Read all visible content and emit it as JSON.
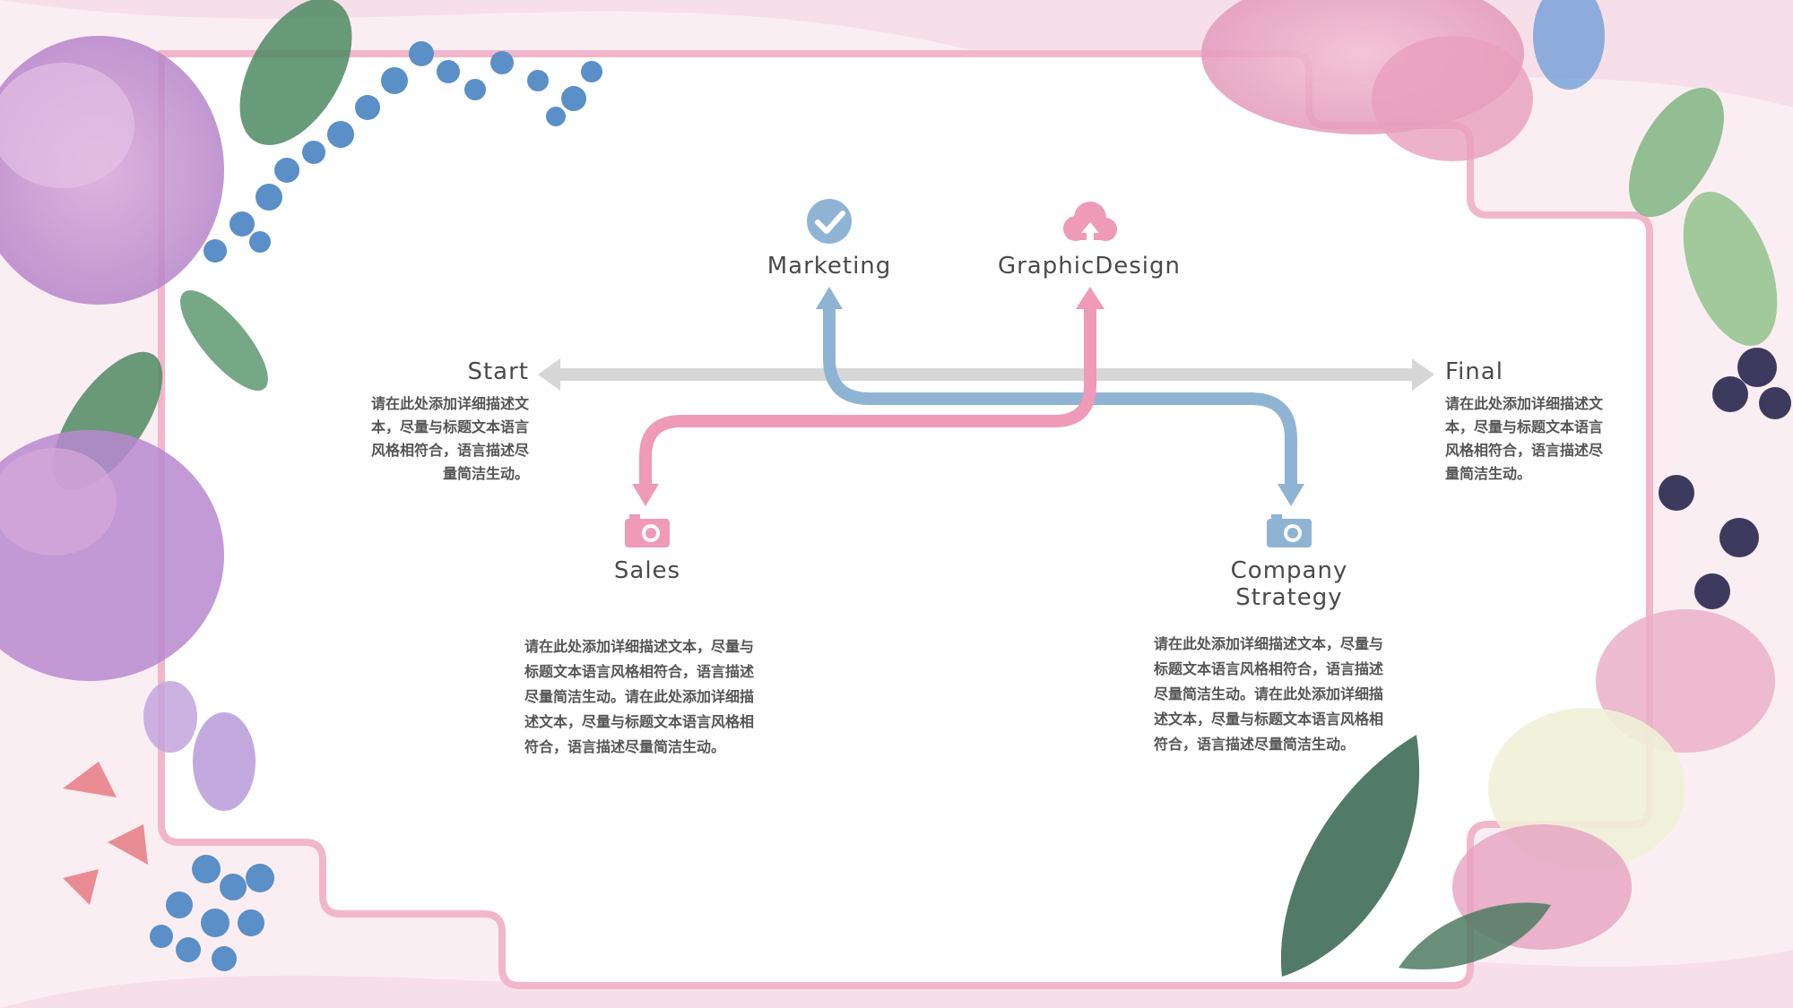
{
  "colors": {
    "pink": "#ef9ab6",
    "blue": "#8fb4d3",
    "gray": "#d6d6d6",
    "frame": "#f2b6cb"
  },
  "nodes": {
    "start": {
      "title": "Start",
      "desc": [
        "请在此处添加详细描述文",
        "本，尽量与标题文本语言",
        "风格相符合，语言描述尽",
        "量简洁生动。"
      ]
    },
    "final": {
      "title": "Final",
      "desc": [
        "请在此处添加详细描述文",
        "本，尽量与标题文本语言",
        "风格相符合，语言描述尽",
        "量简洁生动。"
      ]
    },
    "marketing": {
      "title": "Marketing",
      "icon": "check-circle-icon"
    },
    "graphic": {
      "title": "GraphicDesign",
      "icon": "cloud-upload-icon"
    },
    "sales": {
      "title": "Sales",
      "icon": "camera-icon",
      "desc": [
        "请在此处添加详细描述文本，尽量与",
        "标题文本语言风格相符合，语言描述",
        "尽量简洁生动。请在此处添加详细描",
        "述文本，尽量与标题文本语言风格相",
        "符合，语言描述尽量简洁生动。"
      ]
    },
    "company": {
      "title_line1": "Company",
      "title_line2": "Strategy",
      "icon": "camera-icon",
      "desc": [
        "请在此处添加详细描述文本，尽量与",
        "标题文本语言风格相符合，语言描述",
        "尽量简洁生动。请在此处添加详细描",
        "述文本，尽量与标题文本语言风格相",
        "符合，语言描述尽量简洁生动。"
      ]
    }
  }
}
